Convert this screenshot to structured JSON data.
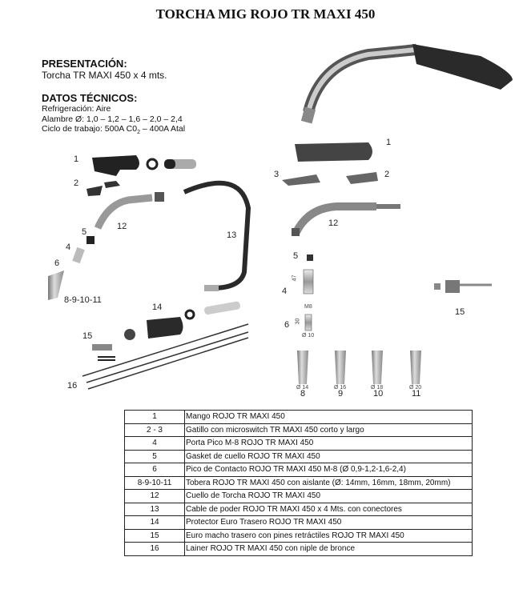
{
  "title": "TORCHA MIG ROJO TR MAXI 450",
  "presentacion": {
    "heading": "PRESENTACIÓN:",
    "text": "Torcha TR MAXI 450 x 4 mts."
  },
  "datos": {
    "heading": "DATOS TÉCNICOS:",
    "lines": [
      "Refrigeración: Aire",
      "Alambre Ø: 1,0 – 1,2 – 1,6 – 2,0 – 2,4"
    ],
    "ciclo_prefix": "Ciclo de trabajo: 500A C0",
    "ciclo_sub": "2",
    "ciclo_suffix": " – 400A Atal"
  },
  "diagram_left_labels": [
    "1",
    "2",
    "12",
    "13",
    "5",
    "4",
    "6",
    "8-9-10-11",
    "14",
    "15",
    "16"
  ],
  "diagram_right_labels": [
    "1",
    "3",
    "2",
    "12",
    "5",
    "4",
    "6",
    "15",
    "8",
    "9",
    "10",
    "11"
  ],
  "dimensions": {
    "d47": "47",
    "m8": "M8",
    "d30": "30",
    "d10": "Ø 10",
    "d14": "Ø 14",
    "d16": "Ø 16",
    "d18": "Ø 18",
    "d20": "Ø 20"
  },
  "parts": [
    {
      "num": "1",
      "desc": "Mango ROJO TR MAXI 450"
    },
    {
      "num": "2 - 3",
      "desc": "Gatillo con microswitch TR  MAXI 450 corto y largo"
    },
    {
      "num": "4",
      "desc": "Porta Pico M-8 ROJO TR  MAXI 450"
    },
    {
      "num": "5",
      "desc": "Gasket de cuello ROJO TR  MAXI 450"
    },
    {
      "num": "6",
      "desc": "Pico de Contacto ROJO TR  MAXI 450 M-8 (Ø 0,9-1,2-1,6-2,4)"
    },
    {
      "num": "8-9-10-11",
      "desc": "Tobera ROJO TR  MAXI 450 con aislante (Ø: 14mm, 16mm, 18mm, 20mm)"
    },
    {
      "num": "12",
      "desc": "Cuello de Torcha ROJO TR  MAXI 450"
    },
    {
      "num": "13",
      "desc": "Cable de poder ROJO TR  MAXI 450 x 4 Mts. con conectores"
    },
    {
      "num": "14",
      "desc": "Protector Euro Trasero ROJO TR  MAXI 450"
    },
    {
      "num": "15",
      "desc": "Euro macho trasero con pines retráctiles ROJO TR  MAXI 450"
    },
    {
      "num": "16",
      "desc": "Lainer ROJO TR  MAXI 450 con niple de bronce"
    }
  ]
}
